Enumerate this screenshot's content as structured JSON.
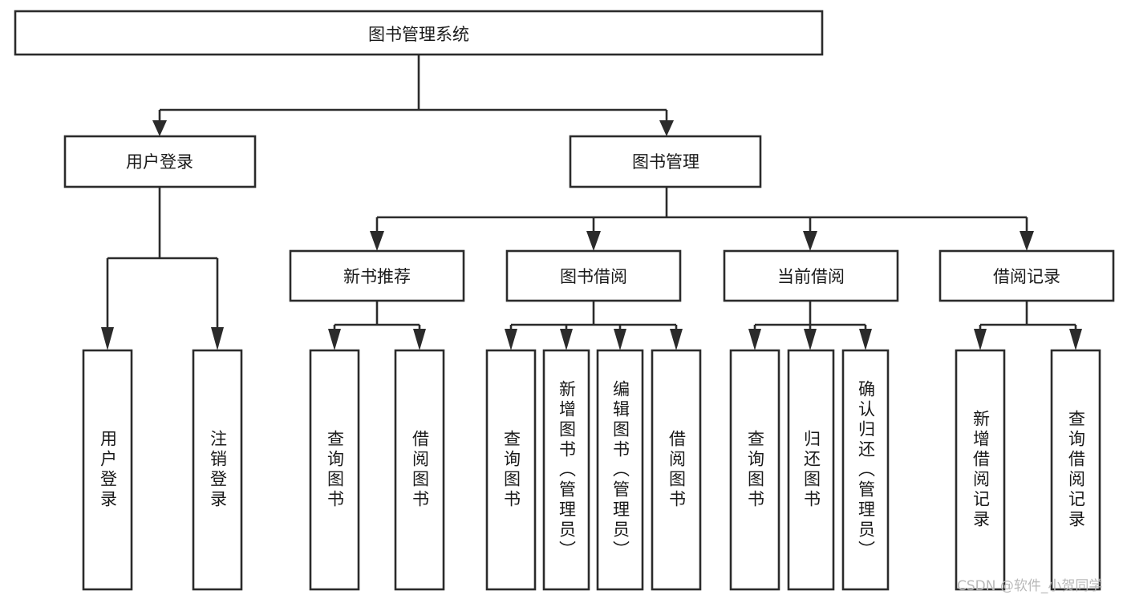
{
  "diagram": {
    "title": "图书管理系统",
    "type": "tree",
    "watermark": "CSDN @软件_小贺同学",
    "colors": {
      "background": "#ffffff",
      "box_fill": "#ffffff",
      "box_stroke": "#2b2b2b",
      "text": "#1a1a1a",
      "watermark": "#b9b9b9"
    },
    "root": {
      "label": "图书管理系统",
      "orientation": "horizontal"
    },
    "level2": [
      {
        "label": "用户登录",
        "orientation": "horizontal"
      },
      {
        "label": "图书管理",
        "orientation": "horizontal"
      }
    ],
    "level3": [
      {
        "label": "新书推荐",
        "orientation": "horizontal"
      },
      {
        "label": "图书借阅",
        "orientation": "horizontal"
      },
      {
        "label": "当前借阅",
        "orientation": "horizontal"
      },
      {
        "label": "借阅记录",
        "orientation": "horizontal"
      }
    ],
    "leaves": [
      {
        "label": "用户登录",
        "parent": "用户登录",
        "orientation": "vertical"
      },
      {
        "label": "注销登录",
        "parent": "用户登录",
        "orientation": "vertical"
      },
      {
        "label": "查询图书",
        "parent": "新书推荐",
        "orientation": "vertical"
      },
      {
        "label": "借阅图书",
        "parent": "新书推荐",
        "orientation": "vertical"
      },
      {
        "label": "查询图书",
        "parent": "图书借阅",
        "orientation": "vertical"
      },
      {
        "label": "新增图书（管理员）",
        "parent": "图书借阅",
        "orientation": "vertical"
      },
      {
        "label": "编辑图书（管理员）",
        "parent": "图书借阅",
        "orientation": "vertical"
      },
      {
        "label": "借阅图书",
        "parent": "图书借阅",
        "orientation": "vertical"
      },
      {
        "label": "查询图书",
        "parent": "当前借阅",
        "orientation": "vertical"
      },
      {
        "label": "归还图书",
        "parent": "当前借阅",
        "orientation": "vertical"
      },
      {
        "label": "确认归还（管理员）",
        "parent": "当前借阅",
        "orientation": "vertical"
      },
      {
        "label": "新增借阅记录",
        "parent": "借阅记录",
        "orientation": "vertical"
      },
      {
        "label": "查询借阅记录",
        "parent": "借阅记录",
        "orientation": "vertical"
      }
    ]
  }
}
